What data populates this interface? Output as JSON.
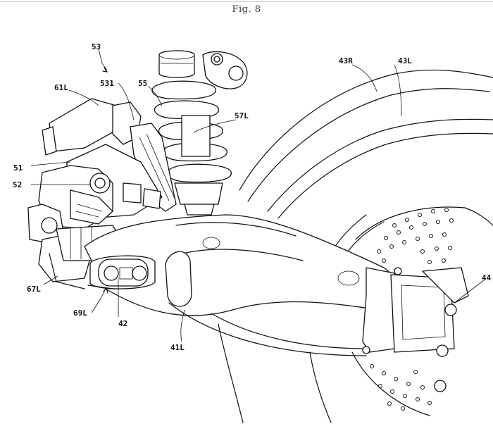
{
  "figure": {
    "title": "Fig. 8"
  },
  "labels": {
    "l53": "53",
    "l531": "531",
    "l61L": "61L",
    "l55": "55",
    "l57L": "57L",
    "l43R": "43R",
    "l43L": "43L",
    "l51": "51",
    "l52": "52",
    "l67L": "67L",
    "l69L": "69L",
    "l42": "42",
    "l41L": "41L",
    "l44": "44"
  }
}
